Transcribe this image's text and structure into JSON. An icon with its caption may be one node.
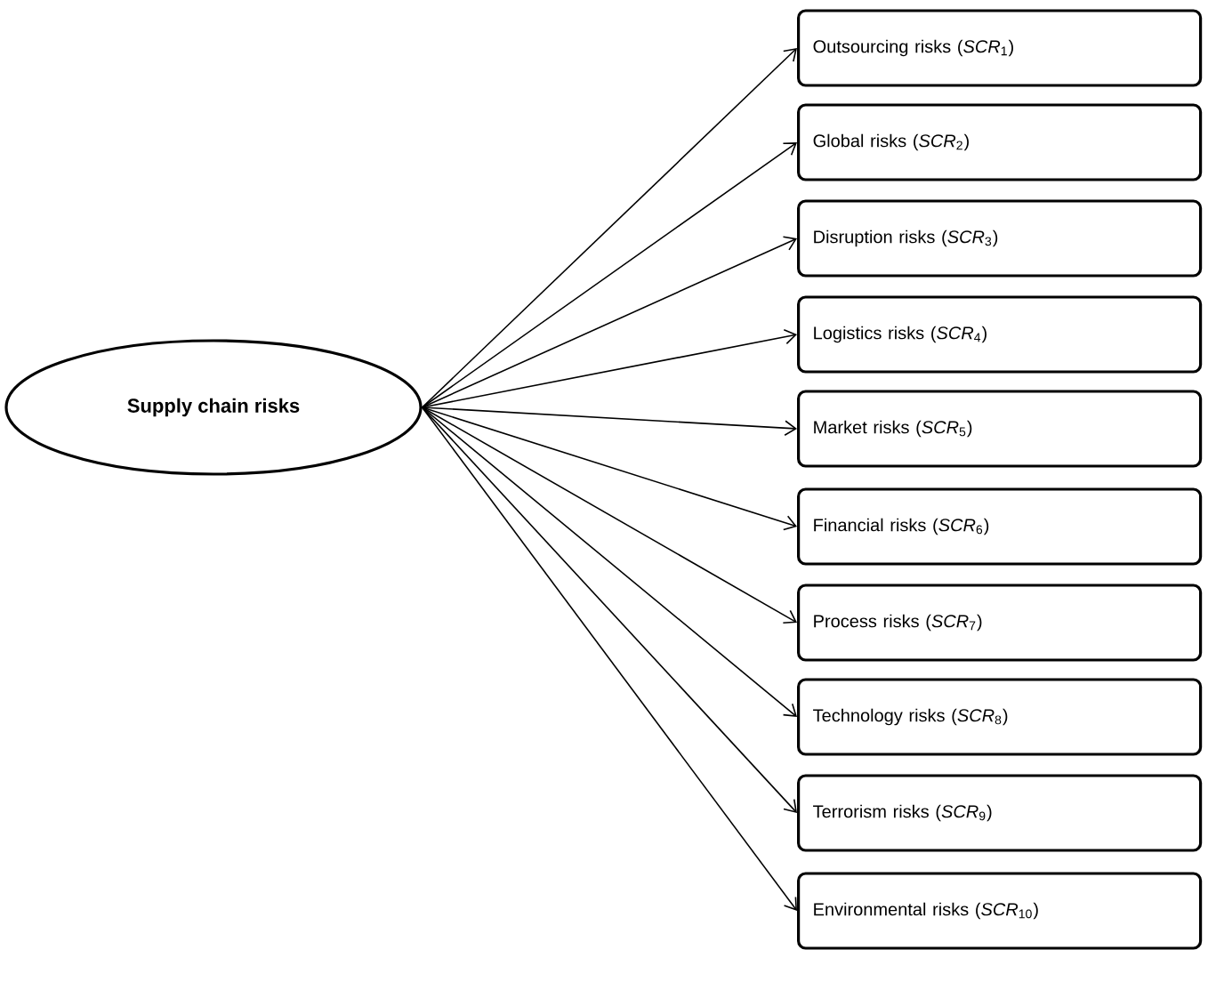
{
  "diagram": {
    "nodes": [
      {
        "text": [
          "Supply chain risks"
        ]
      },
      {
        "text": [
          "Outsourcing risks (*SCR*$_{1}$)"
        ]
      },
      {
        "text": [
          "Global risks (*SCR*$_{2}$)"
        ]
      },
      {
        "text": [
          "Disruption risks (*SCR*$_{3}$)"
        ]
      },
      {
        "text": [
          "Logistics risks (*SCR*$_{4}$)"
        ]
      },
      {
        "text": [
          "Market risks (*SCR*$_{5}$)"
        ]
      },
      {
        "text": [
          "Financial risks (*SCR*$_{6}$)"
        ]
      },
      {
        "text": [
          "Process risks (*SCR*$_{7}$)"
        ]
      },
      {
        "text": [
          "Technology risks (*SCR*$_{8}$)"
        ]
      },
      {
        "text": [
          "Terrorism risks (*SCR*$_{9}$)"
        ]
      },
      {
        "text": [
          "Environmental risks (*SCR*$_{10}$)"
        ]
      }
    ],
    "edges": [
      {
        "from": 0,
        "to": 1,
        "arrow": "to"
      },
      {
        "from": 0,
        "to": 2,
        "arrow": "to"
      },
      {
        "from": 0,
        "to": 3,
        "arrow": "to"
      },
      {
        "from": 0,
        "to": 4,
        "arrow": "to"
      },
      {
        "from": 0,
        "to": 5,
        "arrow": "to"
      },
      {
        "from": 0,
        "to": 6,
        "arrow": "to"
      },
      {
        "from": 0,
        "to": 7,
        "arrow": "to"
      },
      {
        "from": 0,
        "to": 8,
        "arrow": "to"
      },
      {
        "from": 0,
        "to": 9,
        "arrow": "to"
      },
      {
        "from": 0,
        "to": 10,
        "arrow": "to"
      }
    ]
  }
}
